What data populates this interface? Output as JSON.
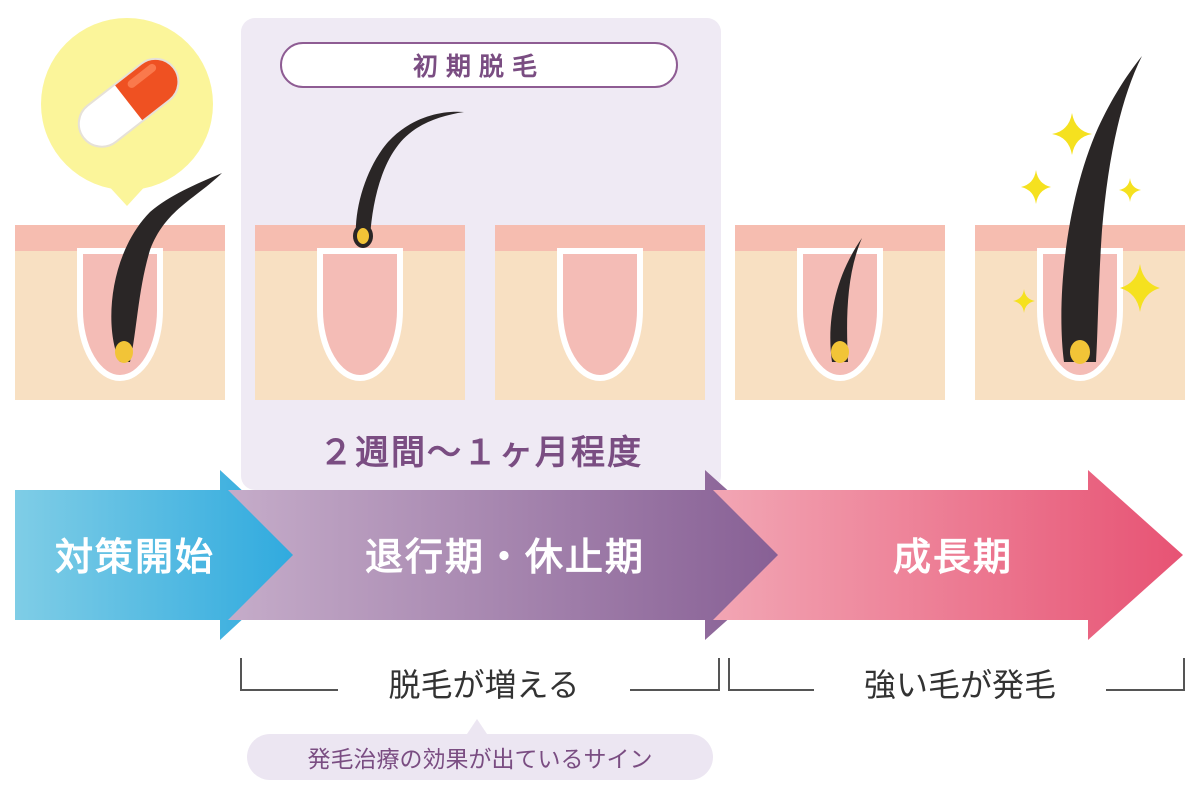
{
  "phase_box": {
    "pill_label": "初期脱毛",
    "duration": "２週間〜１ヶ月程度"
  },
  "arrows": [
    {
      "label": "対策開始",
      "color_start": "#7fcde6",
      "color_end": "#2ba8de"
    },
    {
      "label": "退行期・休止期",
      "color_start": "#c5acc9",
      "color_end": "#855d93"
    },
    {
      "label": "成長期",
      "color_start": "#f2a6b4",
      "color_end": "#e75374"
    }
  ],
  "brackets": [
    {
      "label": "脱毛が増える"
    },
    {
      "label": "強い毛が発毛"
    }
  ],
  "sign_note": "発毛治療の効果が出ているサイン",
  "icons": [
    "capsule-icon",
    "speech-bubble",
    "hair-follicle-icon",
    "sparkle-icon"
  ],
  "colors": {
    "skin_top": "#f6bdb0",
    "skin_body": "#f8e0c2",
    "follicle": "#f4bcb6",
    "hair": "#2a2626",
    "bulb": "#f2c437",
    "bubble": "#fbf59a",
    "capsule_red": "#ef5122",
    "sparkle": "#f5e11f"
  }
}
